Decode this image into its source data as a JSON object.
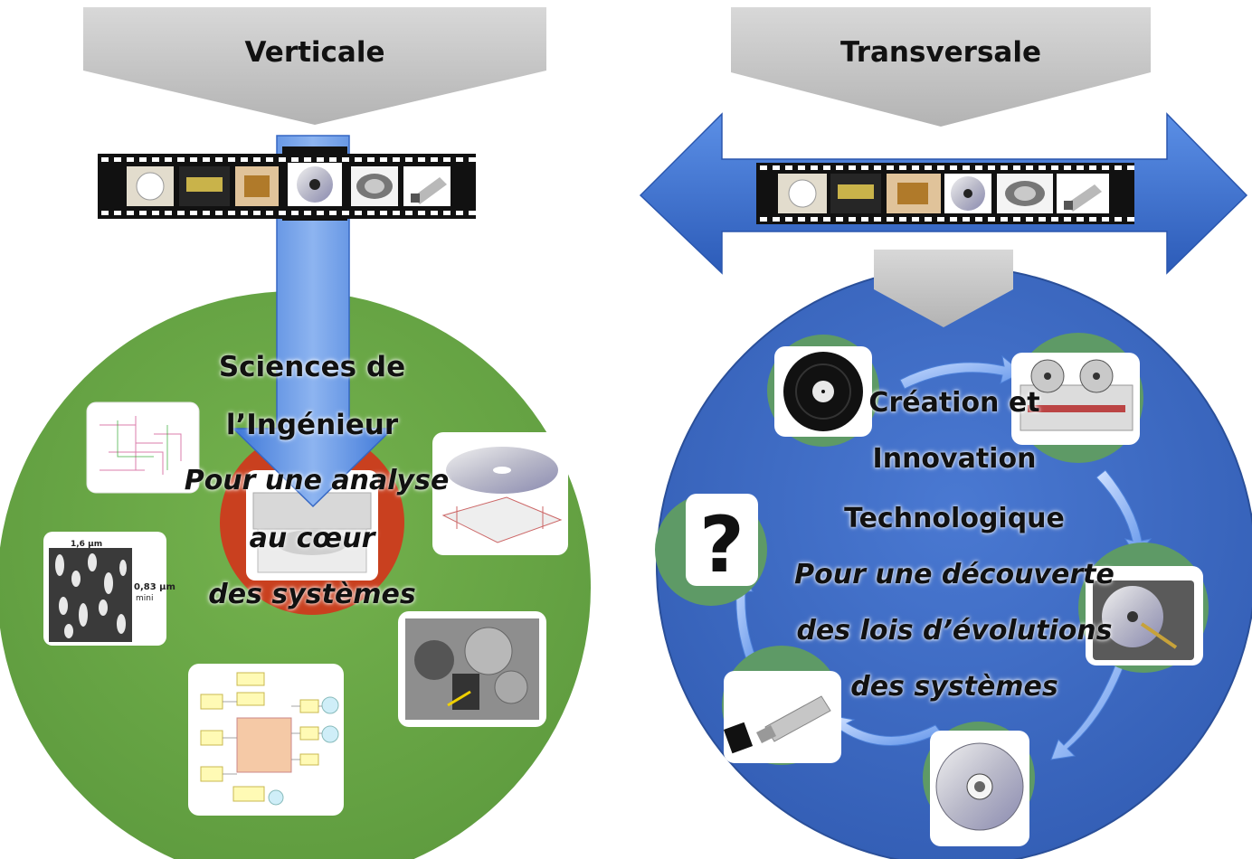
{
  "left": {
    "banner": "Verticale",
    "lines": [
      "Sciences  de",
      "l’Ingénieur",
      "Pour une analyse",
      "au cœur",
      "des systèmes"
    ]
  },
  "right": {
    "banner": "Transversale",
    "lines": [
      "Création et",
      "Innovation",
      "Technologique",
      "Pour une découverte",
      "des lois d’évolutions",
      "des systèmes"
    ]
  },
  "thumbnails": {
    "micrograph_labels": [
      "1,6 µm",
      "0,83 µm",
      "mini"
    ],
    "unknown_symbol": "?"
  },
  "colors": {
    "green_circle": "#6aa846",
    "blue_circle": "#3f6cc6",
    "orange_core": "#c9401f",
    "banner_grey": "#c4c4c4",
    "arrow_blue": "#3a70cf",
    "ring_green": "#5e9a66"
  }
}
